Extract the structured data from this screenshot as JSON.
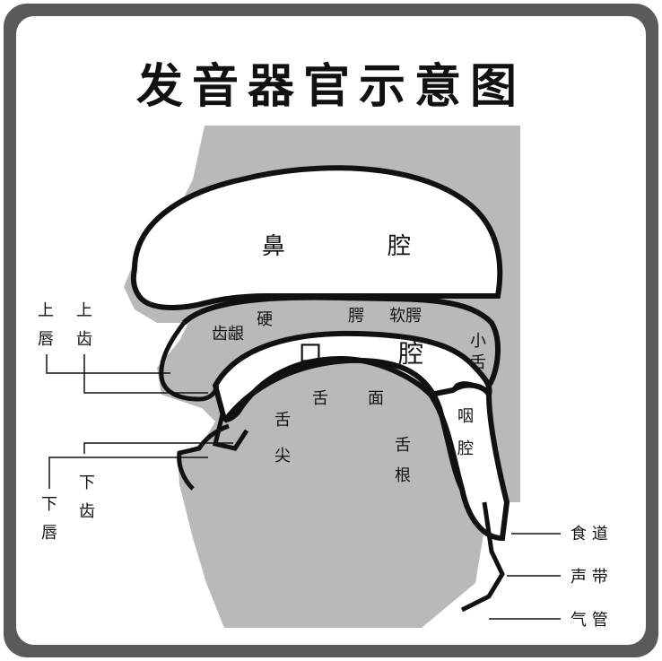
{
  "title": "发音器官示意图",
  "labels": {
    "nasal_cavity_1": "鼻",
    "nasal_cavity_2": "腔",
    "oral_cavity_1": "口",
    "oral_cavity_2": "腔",
    "hard_palate_1": "硬",
    "hard_palate_2": "腭",
    "soft_palate": "软腭",
    "gum_ridge": "齿龈",
    "uvula_1": "小",
    "uvula_2": "舌",
    "tongue_surface_1": "舌",
    "tongue_surface_2": "面",
    "tongue_tip_1": "舌",
    "tongue_tip_2": "尖",
    "tongue_root_1": "舌",
    "tongue_root_2": "根",
    "pharynx_1": "咽",
    "pharynx_2": "腔",
    "upper_lip_1": "上",
    "upper_lip_2": "唇",
    "upper_teeth_1": "上",
    "upper_teeth_2": "齿",
    "lower_teeth_1": "下",
    "lower_teeth_2": "齿",
    "lower_lip_1": "下",
    "lower_lip_2": "唇",
    "esophagus": "食 道",
    "vocal_cords": "声 带",
    "trachea": "气 管"
  },
  "colors": {
    "tissue": "#b9b9b9",
    "cavity": "#ffffff",
    "outline": "#111111",
    "frame": "#4a4a4a"
  }
}
